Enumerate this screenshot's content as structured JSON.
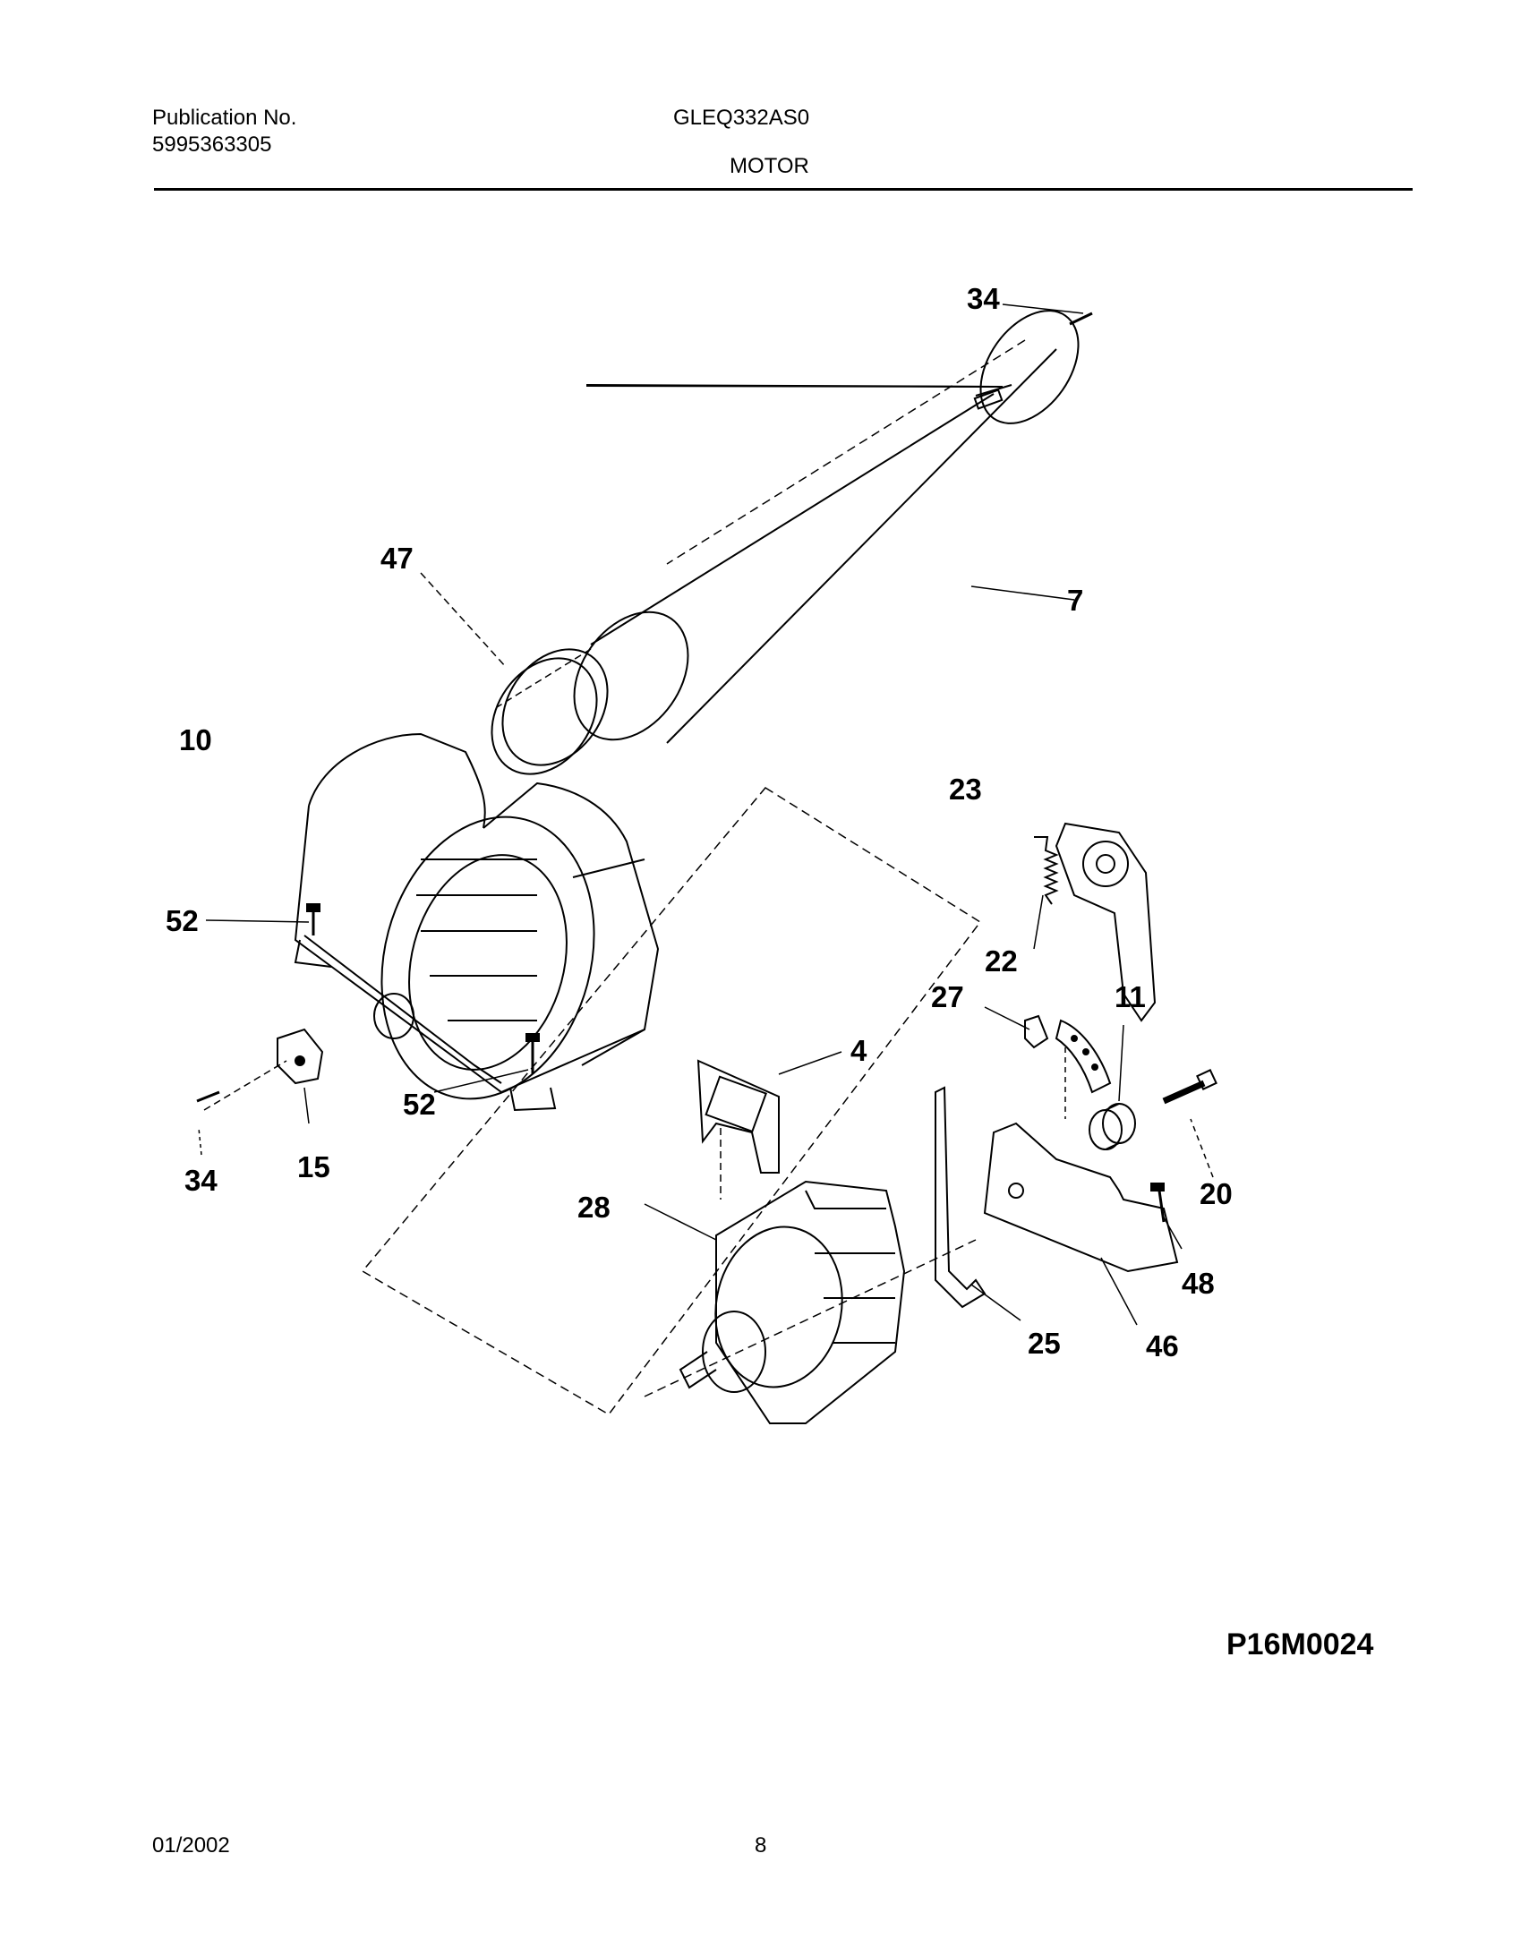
{
  "header": {
    "publication_label": "Publication No.",
    "publication_number": "5995363305",
    "model": "GLEQ332AS0",
    "section": "MOTOR"
  },
  "callouts": [
    "34",
    "47",
    "7",
    "10",
    "23",
    "52",
    "22",
    "27",
    "11",
    "4",
    "52",
    "34",
    "15",
    "20",
    "28",
    "48",
    "25",
    "46"
  ],
  "diagram_code": "P16M0024",
  "footer": {
    "date": "01/2002",
    "page": "8"
  }
}
